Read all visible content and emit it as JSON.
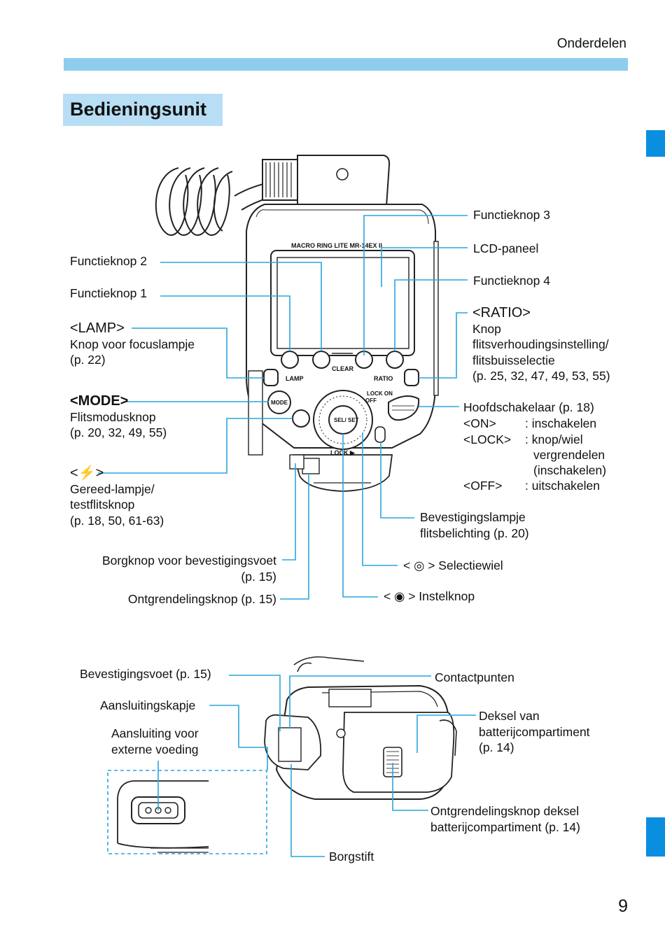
{
  "header": {
    "title": "Onderdelen"
  },
  "section": {
    "title": "Bedieningsunit"
  },
  "page_number": "9",
  "device": {
    "model_text": "MACRO RING LITE MR-14EX II",
    "clear_text": "CLEAR",
    "lamp_text": "LAMP",
    "ratio_text": "RATIO",
    "mode_text": "MODE",
    "lock_on_text": "LOCK ON",
    "off_text": "OFF",
    "sel_set_text": "SEL/ SET",
    "lock_bottom_text": "LOCK ▶"
  },
  "labels": {
    "functieknop3": "Functieknop 3",
    "lcd": "LCD-paneel",
    "functieknop4": "Functieknop 4",
    "functieknop2": "Functieknop 2",
    "functieknop1": "Functieknop 1",
    "ratio_title": "<RATIO>",
    "ratio_lines": [
      "Knop",
      "flitsverhoudingsinstelling/",
      "flitsbuisselectie",
      "(p. 25, 32, 47, 49, 53, 55)"
    ],
    "lamp_title": "<LAMP>",
    "lamp_lines": [
      "Knop voor focuslampje",
      "(p. 22)"
    ],
    "mode_title": "<MODE>",
    "mode_lines": [
      "Flitsmodusknop",
      "(p. 20, 32, 49, 55)"
    ],
    "main_switch": "Hoofdschakelaar (p. 18)",
    "on_key": "<ON>",
    "on_val": ": inschakelen",
    "lock_key": "<LOCK>",
    "lock_val": ": knop/wiel",
    "lock_val2": "vergrendelen",
    "lock_val3": "(inschakelen)",
    "off_key": "<OFF>",
    "off_val": ": uitschakelen",
    "flash_title": "<⚡>",
    "flash_lines": [
      "Gereed-lampje/",
      "testflitsknop",
      "(p. 18, 50, 61-63)"
    ],
    "confirm_lines": [
      "Bevestigingslampje",
      "flitsbelichting (p. 20)"
    ],
    "lockknob_lines": [
      "Borgknop voor bevestigingsvoet",
      "(p. 15)"
    ],
    "selection_dial": "< ◎ > Selectiewiel",
    "release": "Ontgrendelingsknop (p. 15)",
    "set_button": "< ◉ > Instelknop"
  },
  "labels2": {
    "foot": "Bevestigingsvoet (p. 15)",
    "contacts": "Contactpunten",
    "cap": "Aansluitingskapje",
    "cover_lines": [
      "Deksel van",
      "batterijcompartiment",
      "(p. 14)"
    ],
    "ext_lines": [
      "Aansluiting voor",
      "externe voeding"
    ],
    "cover_release_lines": [
      "Ontgrendelingsknop deksel",
      "batterijcompartiment (p. 14)"
    ],
    "pin": "Borgstift"
  },
  "colors": {
    "accent": "#29a6df",
    "bar": "#8ecdee",
    "section_bg": "#b7def5",
    "tab": "#0a8fe0"
  }
}
